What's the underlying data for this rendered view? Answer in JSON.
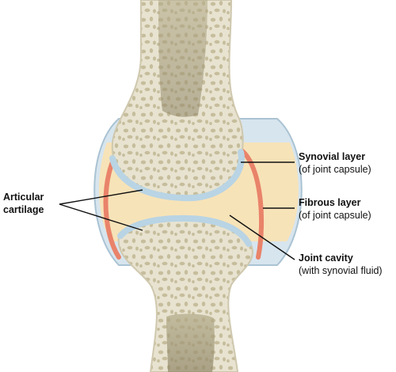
{
  "labels": {
    "articular_cartilage": {
      "line1": "Articular",
      "line2": "cartilage"
    },
    "synovial_layer": {
      "title": "Synovial layer",
      "subtitle": "(of joint capsule)"
    },
    "fibrous_layer": {
      "title": "Fibrous layer",
      "subtitle": "(of joint capsule)"
    },
    "joint_cavity": {
      "title": "Joint cavity",
      "subtitle": "(with synovial fluid)"
    }
  },
  "colors": {
    "bone": "#e8e3d0",
    "bone_outline": "#cfc8ae",
    "spongy_pores": "#c6bd9c",
    "marrow": "#9f9576",
    "cartilage": "#b9d4e4",
    "cartilage_edge": "#8fb1c8",
    "synovial_fluid": "#f7e3b8",
    "synovial_layer": "#e9836a",
    "fibrous_layer": "#d7e5ee",
    "leader_line": "#111111"
  }
}
